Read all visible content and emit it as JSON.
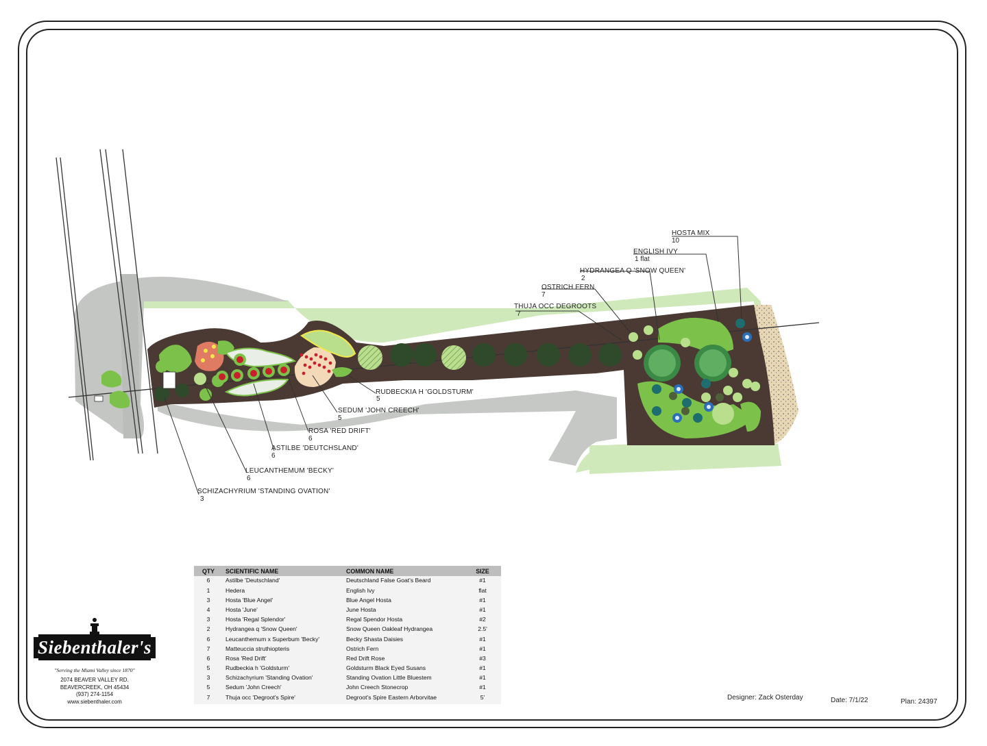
{
  "labels": {
    "schizachyrium": "SCHIZACHYRIUM 'STANDING OVATION'",
    "schizachyrium_qty": "3",
    "leucanthemum": "LEUCANTHEMUM 'BECKY'",
    "leucanthemum_qty": "6",
    "astilbe": "ASTILBE 'DEUTCHSLAND'",
    "astilbe_qty": "6",
    "rosa": "ROSA 'RED DRIFT'",
    "rosa_qty": "6",
    "sedum": "SEDUM 'JOHN CREECH'",
    "sedum_qty": "5",
    "rudbeckia": "RUDBECKIA H 'GOLDSTURM'",
    "rudbeckia_qty": "5",
    "thuja": "THUJA OCC DEGROOTS",
    "thuja_qty": "7",
    "ostrich": "OSTRICH FERN",
    "ostrich_qty": "7",
    "hydrangea": "HYDRANGEA Q 'SNOW QUEEN'",
    "hydrangea_qty": "2",
    "ivy": "ENGLISH IVY",
    "ivy_qty": "1 flat",
    "hosta": "HOSTA MIX",
    "hosta_qty": "10"
  },
  "schedule": {
    "headers": {
      "qty": "QTY",
      "scientific": "SCIENTIFIC NAME",
      "common": "COMMON NAME",
      "size": "SIZE"
    },
    "rows": [
      {
        "qty": "6",
        "scientific": "Astilbe 'Deutschland'",
        "common": "Deutschland False Goat's Beard",
        "size": "#1"
      },
      {
        "qty": "1",
        "scientific": "Hedera",
        "common": "English Ivy",
        "size": "flat"
      },
      {
        "qty": "3",
        "scientific": "Hosta 'Blue Angel'",
        "common": "Blue Angel Hosta",
        "size": "#1"
      },
      {
        "qty": "4",
        "scientific": "Hosta 'June'",
        "common": "June Hosta",
        "size": "#1"
      },
      {
        "qty": "3",
        "scientific": "Hosta 'Regal Splendor'",
        "common": "Regal Spendor Hosta",
        "size": "#2"
      },
      {
        "qty": "2",
        "scientific": "Hydrangea q 'Snow Queen'",
        "common": "Snow Queen Oakleaf Hydrangea",
        "size": "2.5'"
      },
      {
        "qty": "6",
        "scientific": "Leucanthemum x Superbum 'Becky'",
        "common": "Becky Shasta Daisies",
        "size": "#1"
      },
      {
        "qty": "7",
        "scientific": "Matteuccia struthiopteris",
        "common": "Ostrich Fern",
        "size": "#1"
      },
      {
        "qty": "6",
        "scientific": "Rosa 'Red Drift'",
        "common": "Red Drift Rose",
        "size": "#3"
      },
      {
        "qty": "5",
        "scientific": "Rudbeckia h 'Goldsturm'",
        "common": "Goldsturm Black Eyed Susans",
        "size": "#1"
      },
      {
        "qty": "3",
        "scientific": "Schizachyrium 'Standing Ovation'",
        "common": "Standing Ovation Little Bluestem",
        "size": "#1"
      },
      {
        "qty": "5",
        "scientific": "Sedum 'John Creech'",
        "common": "John Creech Stonecrop",
        "size": "#1"
      },
      {
        "qty": "7",
        "scientific": "Thuja occ 'Degroot's Spire'",
        "common": "Degroot's Spire Eastern Arborvitae",
        "size": "5'"
      }
    ]
  },
  "company": {
    "name": "Siebenthaler's",
    "tagline": "\"Serving the Miami Valley since 1870\"",
    "address1": "2074 BEAVER VALLEY RD.",
    "address2": "BEAVERCREEK, OH 45434",
    "phone": "(937) 274-1154",
    "web": "www.siebenthaler.com"
  },
  "footer": {
    "designer": "Designer: Zack Osterday",
    "date": "Date: 7/1/22",
    "plan": "Plan: 24397"
  },
  "colors": {
    "mulch": "#4a3a33",
    "lawn": "#c9e6b3",
    "pavement": "#c6c8c5",
    "shrub_dark": "#2e4a2a",
    "shrub_light": "#7cc24a",
    "rose": "#c8202a",
    "daisy": "#f1e64a",
    "astilbe": "#e9efe6",
    "hosta_blue": "#2b6fb8",
    "gravel": "#e8d7b5"
  }
}
